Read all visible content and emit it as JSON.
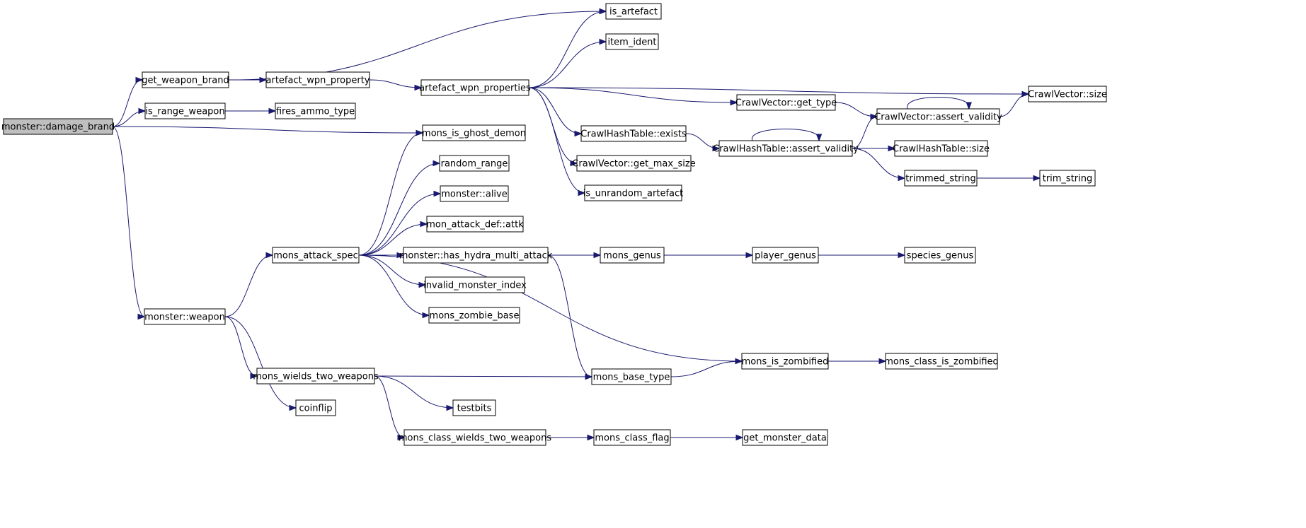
{
  "diagram": {
    "kind": "call-graph",
    "root": "monster::damage_brand",
    "nodes": [
      {
        "id": "damage_brand",
        "label": "monster::damage_brand",
        "root": true
      },
      {
        "id": "get_weapon_brand",
        "label": "get_weapon_brand"
      },
      {
        "id": "is_range_weapon",
        "label": "is_range_weapon"
      },
      {
        "id": "fires_ammo_type",
        "label": "fires_ammo_type"
      },
      {
        "id": "artefact_wpn_property",
        "label": "artefact_wpn_property"
      },
      {
        "id": "artefact_wpn_properties",
        "label": "artefact_wpn_properties"
      },
      {
        "id": "is_artefact",
        "label": "is_artefact"
      },
      {
        "id": "item_ident",
        "label": "item_ident"
      },
      {
        "id": "cv_size",
        "label": "CrawlVector::size"
      },
      {
        "id": "cv_get_type",
        "label": "CrawlVector::get_type"
      },
      {
        "id": "cv_assert_validity",
        "label": "CrawlVector::assert_validity"
      },
      {
        "id": "cht_exists",
        "label": "CrawlHashTable::exists"
      },
      {
        "id": "cht_assert_validity",
        "label": "CrawlHashTable::assert_validity"
      },
      {
        "id": "cht_size",
        "label": "CrawlHashTable::size"
      },
      {
        "id": "cv_get_max_size",
        "label": "CrawlVector::get_max_size"
      },
      {
        "id": "is_unrandom_artefact",
        "label": "is_unrandom_artefact"
      },
      {
        "id": "trimmed_string",
        "label": "trimmed_string"
      },
      {
        "id": "trim_string",
        "label": "trim_string"
      },
      {
        "id": "mons_is_ghost_demon",
        "label": "mons_is_ghost_demon"
      },
      {
        "id": "random_range",
        "label": "random_range"
      },
      {
        "id": "monster_alive",
        "label": "monster::alive"
      },
      {
        "id": "mon_attack_def_attk",
        "label": "mon_attack_def::attk"
      },
      {
        "id": "mons_attack_spec",
        "label": "mons_attack_spec"
      },
      {
        "id": "has_hydra_multi_attack",
        "label": "monster::has_hydra_multi_attack"
      },
      {
        "id": "mons_genus",
        "label": "mons_genus"
      },
      {
        "id": "player_genus",
        "label": "player_genus"
      },
      {
        "id": "species_genus",
        "label": "species_genus"
      },
      {
        "id": "invalid_monster_index",
        "label": "invalid_monster_index"
      },
      {
        "id": "mons_zombie_base",
        "label": "mons_zombie_base"
      },
      {
        "id": "monster_weapon",
        "label": "monster::weapon"
      },
      {
        "id": "mons_is_zombified",
        "label": "mons_is_zombified"
      },
      {
        "id": "mons_class_is_zombified",
        "label": "mons_class_is_zombified"
      },
      {
        "id": "mons_wields_two_weapons",
        "label": "mons_wields_two_weapons"
      },
      {
        "id": "mons_base_type",
        "label": "mons_base_type"
      },
      {
        "id": "coinflip",
        "label": "coinflip"
      },
      {
        "id": "testbits",
        "label": "testbits"
      },
      {
        "id": "mons_class_wields_two_weapons",
        "label": "mons_class_wields_two_weapons"
      },
      {
        "id": "mons_class_flag",
        "label": "mons_class_flag"
      },
      {
        "id": "get_monster_data",
        "label": "get_monster_data"
      }
    ],
    "edges": [
      [
        "damage_brand",
        "get_weapon_brand"
      ],
      [
        "damage_brand",
        "is_range_weapon"
      ],
      [
        "damage_brand",
        "mons_is_ghost_demon"
      ],
      [
        "damage_brand",
        "monster_weapon"
      ],
      [
        "get_weapon_brand",
        "is_artefact"
      ],
      [
        "get_weapon_brand",
        "artefact_wpn_property"
      ],
      [
        "is_range_weapon",
        "fires_ammo_type"
      ],
      [
        "artefact_wpn_property",
        "artefact_wpn_properties"
      ],
      [
        "artefact_wpn_properties",
        "is_artefact"
      ],
      [
        "artefact_wpn_properties",
        "item_ident"
      ],
      [
        "artefact_wpn_properties",
        "cv_size"
      ],
      [
        "artefact_wpn_properties",
        "cv_get_type"
      ],
      [
        "artefact_wpn_properties",
        "cht_exists"
      ],
      [
        "artefact_wpn_properties",
        "cv_get_max_size"
      ],
      [
        "artefact_wpn_properties",
        "is_unrandom_artefact"
      ],
      [
        "cv_get_type",
        "cv_assert_validity"
      ],
      [
        "cv_assert_validity",
        "cv_size"
      ],
      [
        "cv_assert_validity",
        "cv_assert_validity"
      ],
      [
        "cht_exists",
        "cht_assert_validity"
      ],
      [
        "cht_assert_validity",
        "cht_assert_validity"
      ],
      [
        "cht_assert_validity",
        "cv_assert_validity"
      ],
      [
        "cht_assert_validity",
        "cht_size"
      ],
      [
        "cht_assert_validity",
        "trimmed_string"
      ],
      [
        "trimmed_string",
        "trim_string"
      ],
      [
        "monster_weapon",
        "mons_attack_spec"
      ],
      [
        "monster_weapon",
        "mons_wields_two_weapons"
      ],
      [
        "monster_weapon",
        "coinflip"
      ],
      [
        "mons_attack_spec",
        "mons_is_ghost_demon"
      ],
      [
        "mons_attack_spec",
        "random_range"
      ],
      [
        "mons_attack_spec",
        "monster_alive"
      ],
      [
        "mons_attack_spec",
        "mon_attack_def_attk"
      ],
      [
        "mons_attack_spec",
        "has_hydra_multi_attack"
      ],
      [
        "mons_attack_spec",
        "invalid_monster_index"
      ],
      [
        "mons_attack_spec",
        "mons_zombie_base"
      ],
      [
        "mons_attack_spec",
        "mons_is_zombified"
      ],
      [
        "has_hydra_multi_attack",
        "mons_genus"
      ],
      [
        "has_hydra_multi_attack",
        "mons_base_type"
      ],
      [
        "mons_genus",
        "player_genus"
      ],
      [
        "player_genus",
        "species_genus"
      ],
      [
        "mons_is_zombified",
        "mons_class_is_zombified"
      ],
      [
        "mons_wields_two_weapons",
        "mons_base_type"
      ],
      [
        "mons_wields_two_weapons",
        "testbits"
      ],
      [
        "mons_wields_two_weapons",
        "mons_class_wields_two_weapons"
      ],
      [
        "mons_base_type",
        "mons_is_zombified"
      ],
      [
        "mons_class_wields_two_weapons",
        "mons_class_flag"
      ],
      [
        "mons_class_flag",
        "get_monster_data"
      ]
    ],
    "colors": {
      "edge": "#191970",
      "node_border": "#000000",
      "root_fill": "#bfbfbf",
      "node_fill": "#ffffff"
    }
  }
}
